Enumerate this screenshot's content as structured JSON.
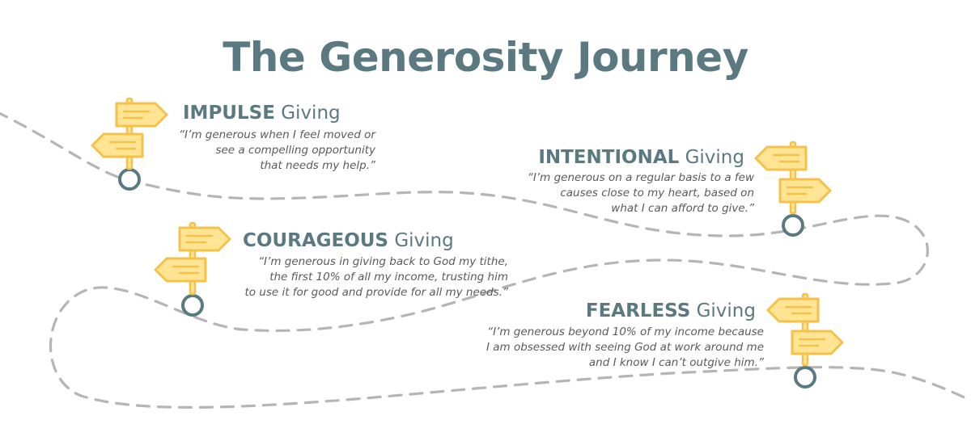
{
  "title": "The Generosity Journey",
  "colors": {
    "heading": "#5b7980",
    "quote": "#5a5a5a",
    "path": "#b5b5b5",
    "sign_fill": "#ffe493",
    "sign_stroke": "#f4c24a",
    "marker": "#5b7980"
  },
  "stages": [
    {
      "keyword": "IMPULSE",
      "word": "Giving",
      "quote_lines": [
        "“I’m generous when I feel moved or",
        "see a compelling opportunity",
        "that needs my help.”"
      ],
      "icon": "signpost-icon"
    },
    {
      "keyword": "INTENTIONAL",
      "word": "Giving",
      "quote_lines": [
        "“I’m generous on a regular basis to a few",
        "causes close to my heart, based on",
        "what I can afford to give.”"
      ],
      "icon": "signpost-icon"
    },
    {
      "keyword": "COURAGEOUS",
      "word": "Giving",
      "quote_lines": [
        "“I’m generous in giving back to God my tithe,",
        "the first 10% of all my income, trusting him",
        "to use it for good and provide for all my needs.”"
      ],
      "icon": "signpost-icon"
    },
    {
      "keyword": "FEARLESS",
      "word": "Giving",
      "quote_lines": [
        "“I’m generous beyond 10% of my income because",
        "I am obsessed with seeing God at work around me",
        "and I know I can’t outgive him.”"
      ],
      "icon": "signpost-icon"
    }
  ]
}
